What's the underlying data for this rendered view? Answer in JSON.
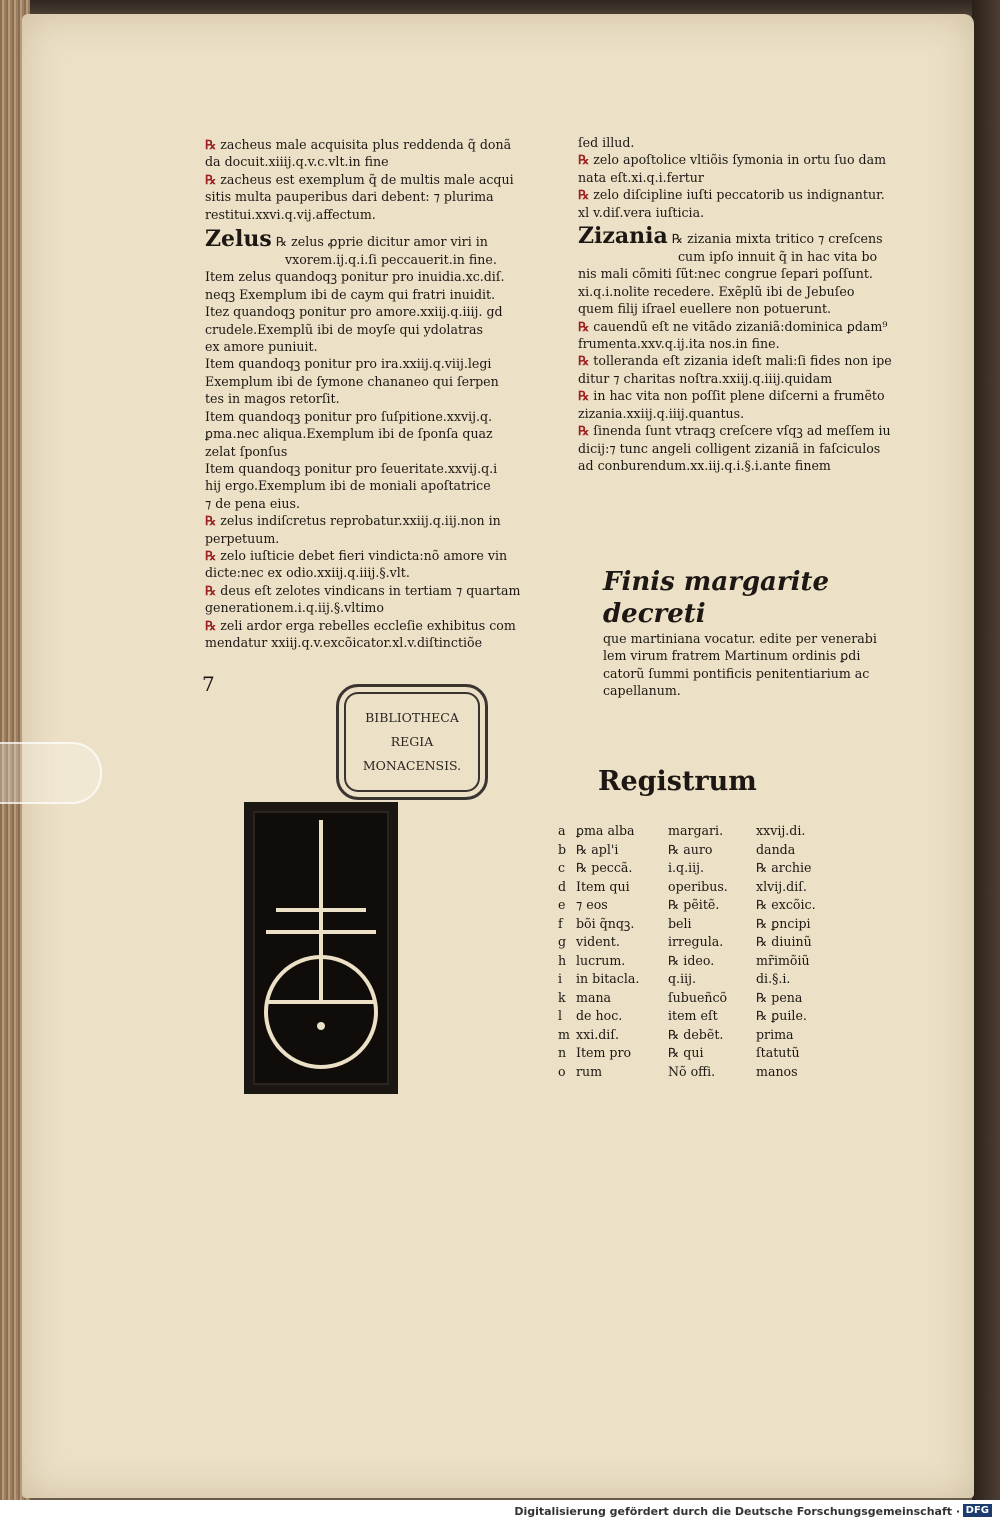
{
  "left_column": {
    "lines": [
      "℞ zacheus male acquisita plus reddenda q̃ donã",
      "da docuit.xiiij.q.v.c.vlt.in fine",
      "℞ zacheus est exemplum q̃ de multis male acqui",
      "sitis multa pauperibus dari debent: ⁊ plurima",
      "restitui.xxvi.q.vij.affectum.",
      "℞ zelus ꝓprie dicitur amor viri in",
      "vxorem.ij.q.i.ſi peccauerit.in fine.",
      "Item zelus quandoqꝫ ponitur pro inuidia.xc.diſ.",
      "neqꝫ Exemplum ibi de caym qui fratri inuidit.",
      "Itez quandoqꝫ ponitur pro amore.xxiij.q.iiij. gd",
      "crudele.Exemplũ ibi de moyſe qui ydolatras",
      "ex amore puniuit.",
      "Item quandoqꝫ ponitur pro ira.xxiij.q.viij.legi",
      "Exemplum ibi de ſymone chananeo qui ſerpen",
      "tes in magos retorſit.",
      "Item quandoqꝫ ponitur pro ſuſpitione.xxvij.q.",
      "ꝑma.nec aliqua.Exemplum ibi de ſponſa quaz",
      "zelat ſponſus",
      "Item quandoqꝫ ponitur pro ſeueritate.xxvij.q.i",
      "hij ergo.Exemplum ibi de moniali apoſtatrice",
      "⁊ de pena eius.",
      "℞ zelus indiſcretus reprobatur.xxiij.q.iij.non in",
      "perpetuum.",
      "℞ zelo iuſticie debet fieri vindicta:nõ amore vin",
      "dicte:nec ex odio.xxiij.q.iiij.§.vlt.",
      "℞ deus eſt zelotes vindicans in tertiam ⁊ quartam",
      "generationem.i.q.iij.§.vltimo",
      "℞ zeli ardor erga rebelles eccleſie exhibitus com",
      "mendatur xxiij.q.v.excõicator.xl.v.diſtinctiõe"
    ],
    "heading": "Zelus",
    "mark": "7"
  },
  "right_column": {
    "lines": [
      "ſed illud.",
      "℞ zelo apoſtolice vltiõis ſymonia in ortu ſuo dam",
      "nata eſt.xi.q.i.fertur",
      "℞ zelo diſcipline iuſti peccatorib us indignantur.",
      "xl v.diſ.vera iuſticia.",
      "℞ zizania mixta tritico ⁊ creſcens",
      "cum ipſo innuit q̃ in hac vita bo",
      "nis mali cõmiti ſũt:nec congrue ſepari poſſunt.",
      "xi.q.i.nolite recedere. Exẽplũ ibi de Jebuſeo",
      "quem filij iſrael euellere non potuerunt.",
      "℞ cauendũ eſt ne vitãdo zizaniã:dominica ꝑdam⁹",
      "frumenta.xxv.q.ij.ita nos.in fine.",
      "℞ tolleranda eſt zizania ideſt mali:ſi fides non ipe",
      "ditur ⁊ charitas noſtra.xxiij.q.iiij.quidam",
      "℞ in hac vita non poſſit plene diſcerni a frumẽto",
      "zizania.xxiij.q.iiij.quantus.",
      "℞ ſinenda ſunt vtraqꝫ creſcere vſqꝫ ad meſſem iu",
      "dicij:⁊ tunc angeli colligent zizaniã in faſciculos",
      "ad conburendum.xx.iij.q.i.§.i.ante finem"
    ],
    "heading": "Zizania"
  },
  "colophon": {
    "title": "Finis margarite decreti",
    "lines": [
      "que martiniana vocatur. edite per venerabi",
      "lem virum fratrem Martinum ordinis ꝑdi",
      "catorũ ſummi pontificis penitentiarium ac",
      "capellanum."
    ]
  },
  "registrum": {
    "title": "Registrum",
    "rows": [
      [
        "a",
        "ꝑma alba",
        "margari.",
        "xxvij.di."
      ],
      [
        "b",
        "℞ apl'i",
        "℞ auro",
        "danda"
      ],
      [
        "c",
        "℞ peccã.",
        "i.q.iij.",
        "℞ archie"
      ],
      [
        "d",
        "Item qui",
        "operibus.",
        "xlvij.diſ."
      ],
      [
        "e",
        "⁊ eos",
        "℞ pẽitẽ.",
        "℞ excõic."
      ],
      [
        "f",
        "bõi q̃nqꝫ.",
        "beli",
        "℞ ꝑncipi"
      ],
      [
        "g",
        "vident.",
        "irregula.",
        "℞ diuinũ"
      ],
      [
        "h",
        "lucrum.",
        "℞ ideo.",
        "mr̃imõiũ"
      ],
      [
        "i",
        "in bitacla.",
        "q.iij.",
        "di.§.i."
      ],
      [
        "k",
        "mana",
        "ſubueñcõ",
        "℞ pena"
      ],
      [
        "l",
        "de hoc.",
        "item eſt",
        "℞ ꝑuile."
      ],
      [
        "m",
        "xxi.diſ.",
        "℞ debẽt.",
        "prima"
      ],
      [
        "n",
        "Item pro",
        "℞ qui",
        "ſtatutũ"
      ],
      [
        "o",
        "rum",
        "Nõ offi.",
        "manos"
      ]
    ]
  },
  "stamp": {
    "lines": [
      "BIBLIOTHECA",
      "REGIA",
      "MONACENSIS."
    ]
  },
  "footer": {
    "text": "Digitalisierung gefördert durch die Deutsche Forschungsgemeinschaft ·",
    "logo": "DFG"
  },
  "colors": {
    "paper": "#ece0c6",
    "ink": "#1d1814",
    "rubric": "#9b1f1f"
  }
}
